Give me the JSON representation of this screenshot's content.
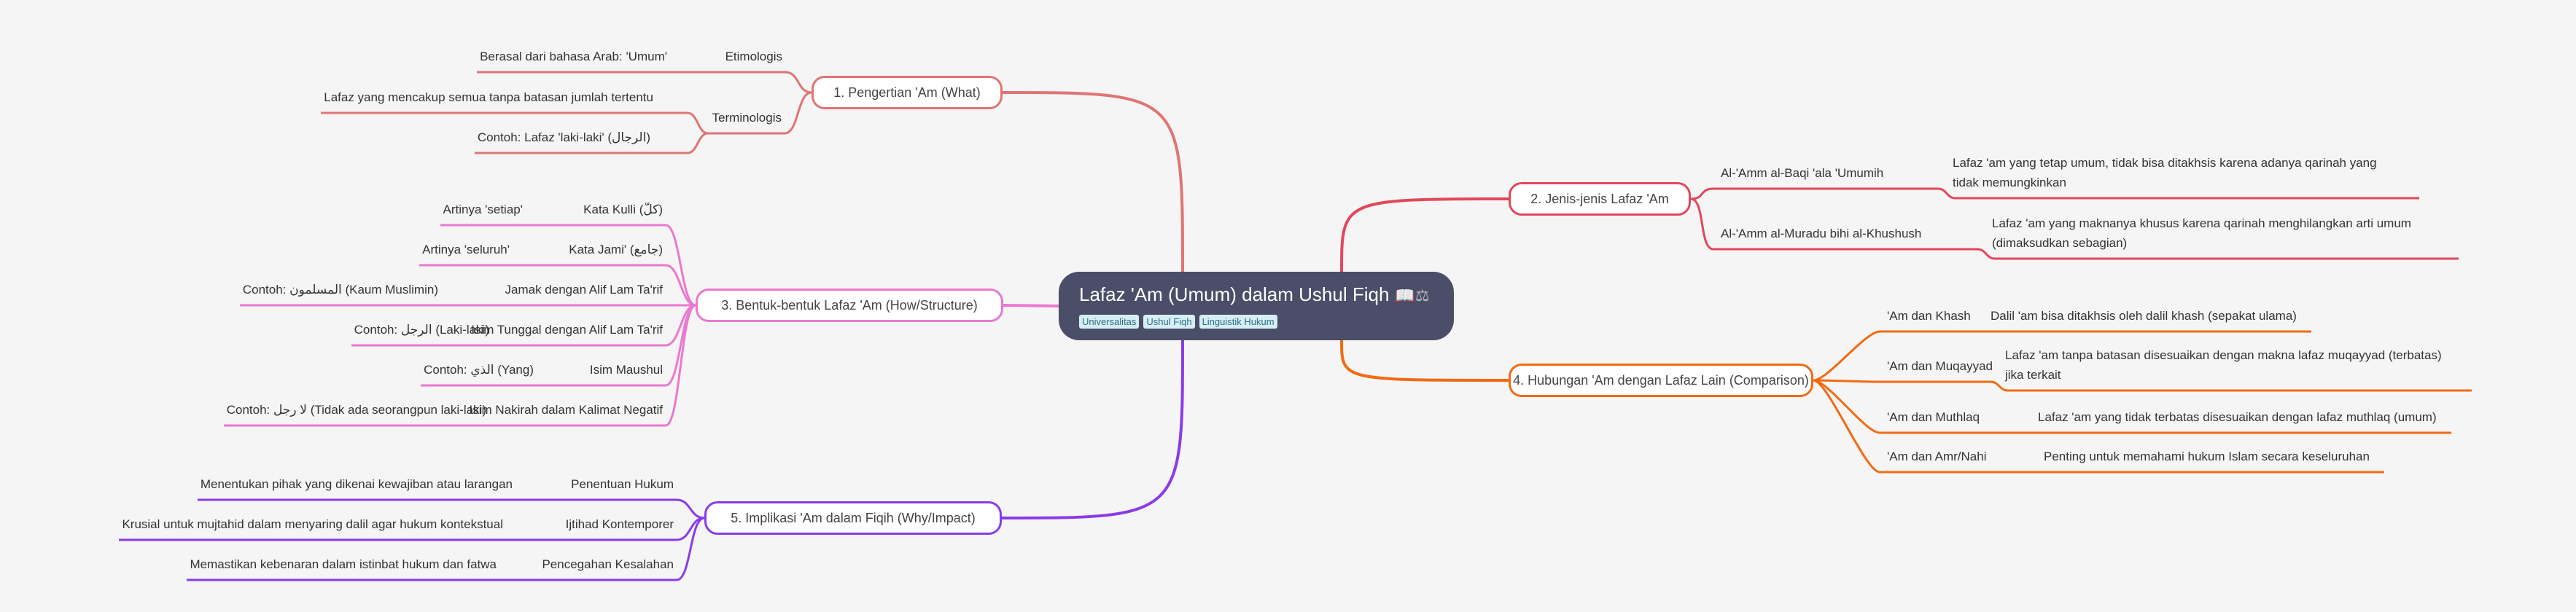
{
  "root": {
    "title": "Lafaz 'Am (Umum) dalam Ushul Fiqh",
    "icons": "📖⚖",
    "tags": [
      "Universalitas",
      "Ushul Fiqh",
      "Linguistik Hukum"
    ]
  },
  "colors": {
    "background": "#f5f5f5",
    "root_fill": "#4b4e69",
    "tag_fill": "#d6eef5",
    "tag_text": "#2d6f86",
    "branch1": "#e07474",
    "branch2": "#e2475b",
    "branch3": "#ea78d0",
    "branch4": "#f26a12",
    "branch5": "#8a3be8"
  },
  "branches": [
    {
      "label": "1. Pengertian 'Am (What)",
      "children": [
        {
          "label": "Etimologis",
          "children": [
            "Berasal dari bahasa Arab: 'Umum'"
          ]
        },
        {
          "label": "Terminologis",
          "children": [
            "Lafaz yang mencakup semua tanpa batasan jumlah tertentu",
            "Contoh: Lafaz 'laki-laki' (الرجال)"
          ]
        }
      ]
    },
    {
      "label": "2. Jenis-jenis Lafaz 'Am",
      "children": [
        {
          "label": "Al-'Amm al-Baqi 'ala 'Umumih",
          "children": [
            "Lafaz 'am yang tetap umum, tidak bisa ditakhsis karena adanya qarinah yang tidak memungkinkan"
          ]
        },
        {
          "label": "Al-'Amm al-Muradu bihi al-Khushush",
          "children": [
            "Lafaz 'am yang maknanya khusus karena qarinah menghilangkan arti umum (dimaksudkan sebagian)"
          ]
        }
      ]
    },
    {
      "label": "3. Bentuk-bentuk Lafaz 'Am (How/Structure)",
      "children": [
        {
          "label": "Kata Kulli (كلّ)",
          "children": [
            "Artinya 'setiap'"
          ]
        },
        {
          "label": "Kata Jami' (جامع)",
          "children": [
            "Artinya 'seluruh'"
          ]
        },
        {
          "label": "Jamak dengan Alif Lam Ta'rif",
          "children": [
            "Contoh: المسلمون (Kaum Muslimin)"
          ]
        },
        {
          "label": "Isim Tunggal dengan Alif Lam Ta'rif",
          "children": [
            "Contoh: الرجل (Laki-laki)"
          ]
        },
        {
          "label": "Isim Maushul",
          "children": [
            "Contoh: الذي (Yang)"
          ]
        },
        {
          "label": "Isim Nakirah dalam Kalimat Negatif",
          "children": [
            "Contoh: لا رجل (Tidak ada seorangpun laki-laki)"
          ]
        }
      ]
    },
    {
      "label": "4. Hubungan 'Am dengan Lafaz Lain (Comparison)",
      "children": [
        {
          "label": "'Am dan Khash",
          "children": [
            "Dalil 'am bisa ditakhsis oleh dalil khash (sepakat ulama)"
          ]
        },
        {
          "label": "'Am dan Muqayyad",
          "children": [
            "Lafaz 'am tanpa batasan disesuaikan dengan makna lafaz muqayyad (terbatas) jika terkait"
          ]
        },
        {
          "label": "'Am dan Muthlaq",
          "children": [
            "Lafaz 'am yang tidak terbatas disesuaikan dengan lafaz muthlaq (umum)"
          ]
        },
        {
          "label": "'Am dan Amr/Nahi",
          "children": [
            "Penting untuk memahami hukum Islam secara keseluruhan"
          ]
        }
      ]
    },
    {
      "label": "5. Implikasi 'Am dalam Fiqih (Why/Impact)",
      "children": [
        {
          "label": "Penentuan Hukum",
          "children": [
            "Menentukan pihak yang dikenai kewajiban atau larangan"
          ]
        },
        {
          "label": "Ijtihad Kontemporer",
          "children": [
            "Krusial untuk mujtahid dalam menyaring dalil agar hukum kontekstual"
          ]
        },
        {
          "label": "Pencegahan Kesalahan",
          "children": [
            "Memastikan kebenaran dalam istinbat hukum dan fatwa"
          ]
        }
      ]
    }
  ]
}
